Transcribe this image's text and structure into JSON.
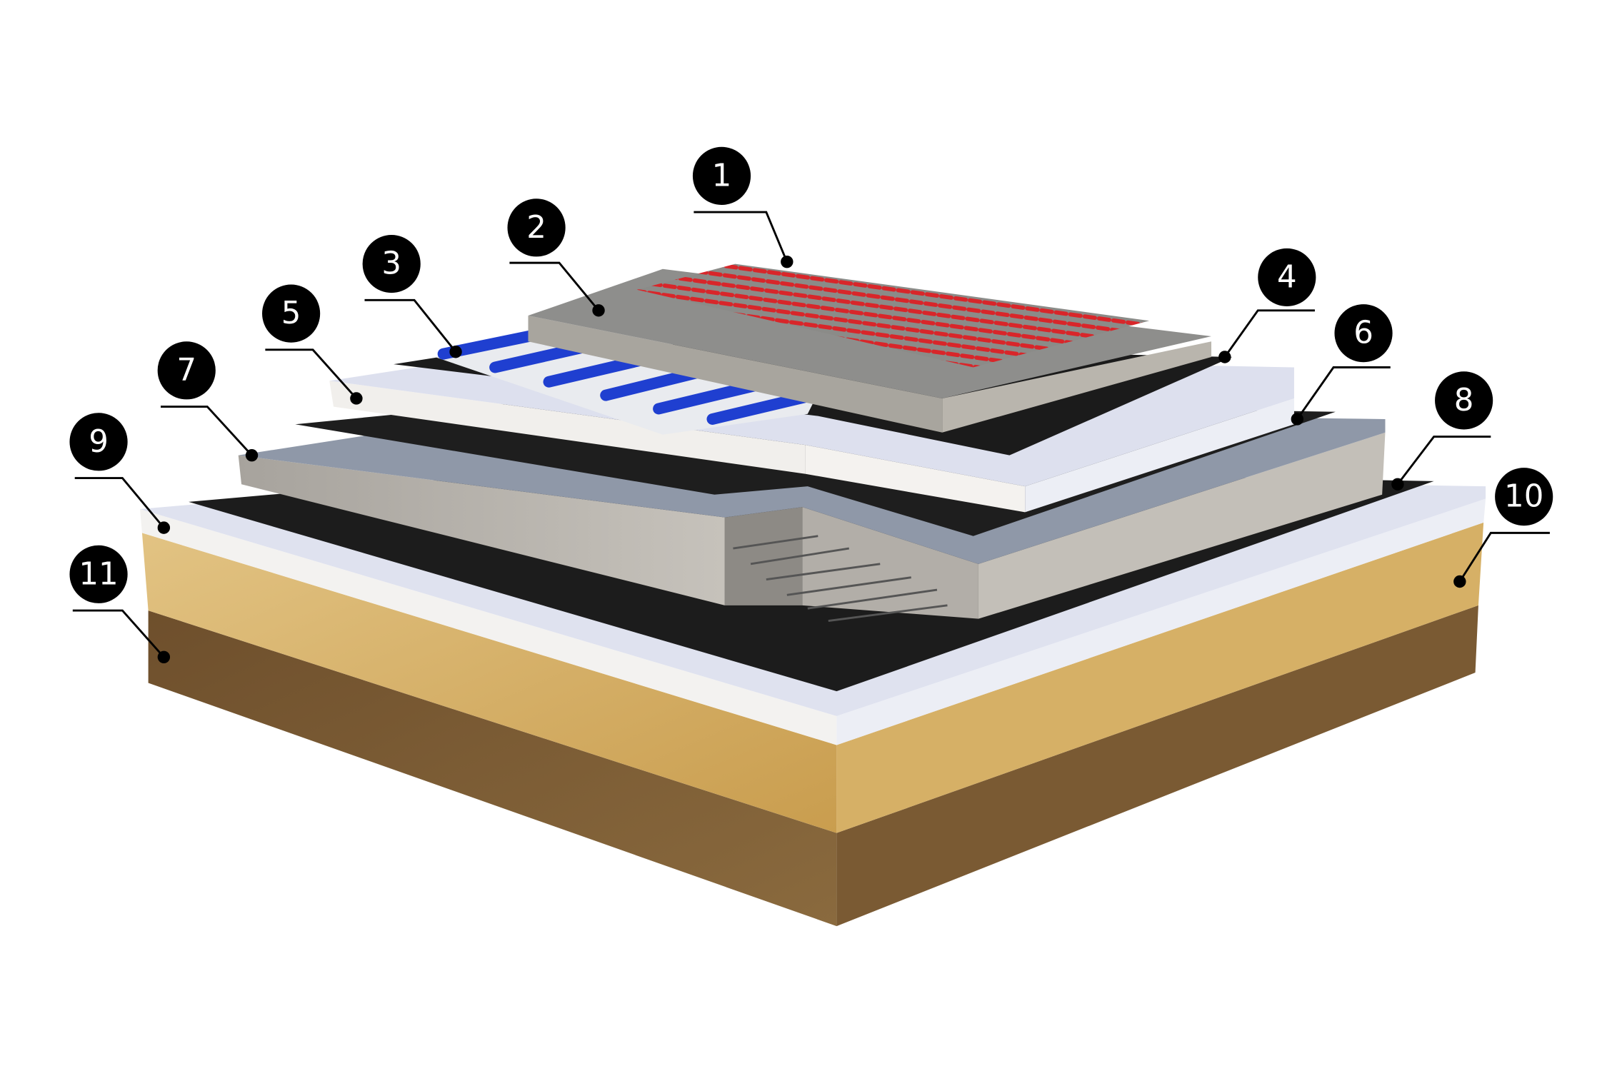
{
  "diagram": {
    "type": "floor layer cross-section",
    "callouts": [
      {
        "label": "1"
      },
      {
        "label": "2"
      },
      {
        "label": "3"
      },
      {
        "label": "4"
      },
      {
        "label": "5"
      },
      {
        "label": "6"
      },
      {
        "label": "7"
      },
      {
        "label": "8"
      },
      {
        "label": "9"
      },
      {
        "label": "10"
      },
      {
        "label": "11"
      }
    ],
    "colors": {
      "heating_cable": "#d8262a",
      "pipes": "#1f3fd0",
      "screed": "#9a9a98",
      "membrane": "#1a1a1a",
      "insulation": "#eef0f7",
      "concrete": "#b9b6b0",
      "sand": "#d9b66d",
      "soil": "#6b4a26"
    }
  }
}
